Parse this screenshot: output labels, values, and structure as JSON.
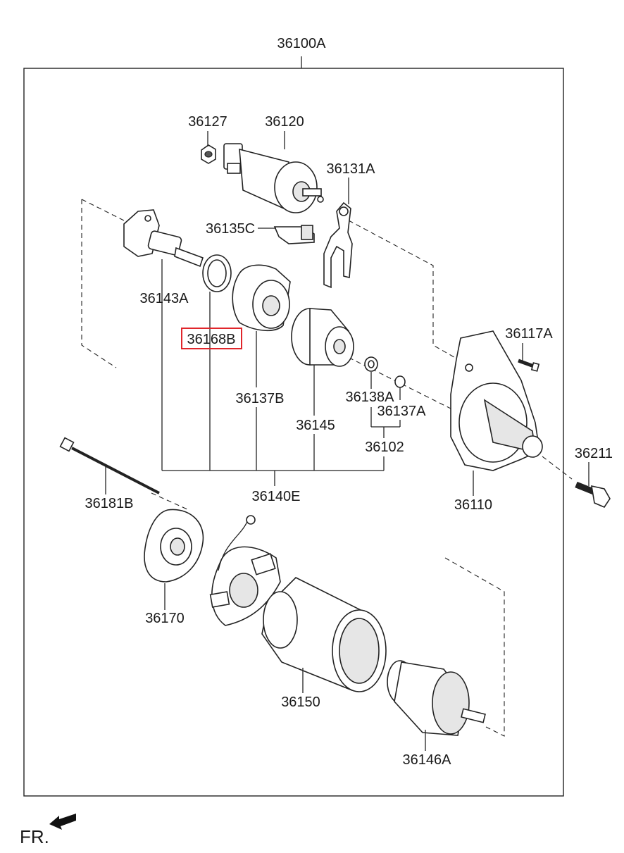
{
  "labels": {
    "assembly": "36100A",
    "p36127": "36127",
    "p36120": "36120",
    "p36131A": "36131A",
    "p36135C": "36135C",
    "p36143A": "36143A",
    "p36168B": "36168B",
    "p36137B": "36137B",
    "p36145": "36145",
    "p36138A": "36138A",
    "p36137A": "36137A",
    "p36102": "36102",
    "p36140E": "36140E",
    "p36117A": "36117A",
    "p36110": "36110",
    "p36211": "36211",
    "p36181B": "36181B",
    "p36170": "36170",
    "p36150": "36150",
    "p36146A": "36146A",
    "front": "FR."
  },
  "highlighted_part": "36168B",
  "colors": {
    "highlight": "#e0262b",
    "line": "#222222",
    "background": "#ffffff"
  }
}
